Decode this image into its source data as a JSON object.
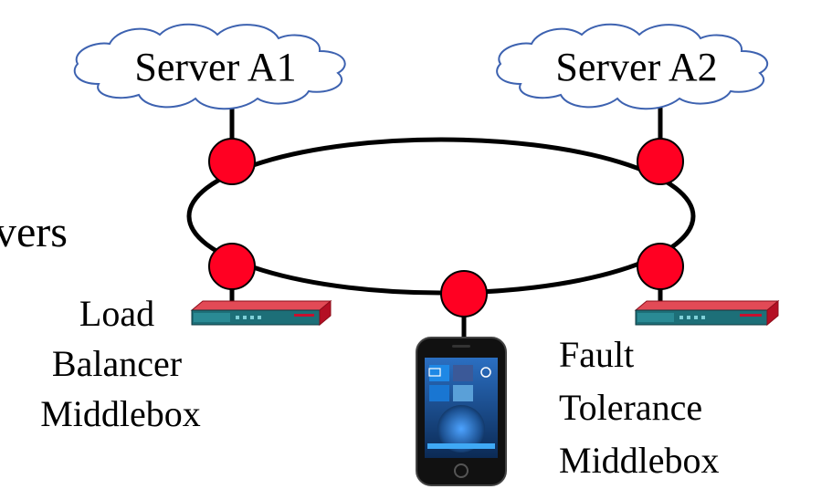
{
  "servers": [
    {
      "label": "Server A1"
    },
    {
      "label": "Server A2"
    }
  ],
  "partial_text": "vers",
  "middleboxes": {
    "load_balancer": {
      "lines": [
        "Load",
        "Balancer",
        "Middlebox"
      ]
    },
    "fault_tolerance": {
      "lines": [
        "Fault",
        "Tolerance",
        "Middlebox"
      ]
    }
  },
  "colors": {
    "node": "#ff0022",
    "device_red": "#c8102e",
    "device_teal": "#1d6f78",
    "ring": "#000000"
  },
  "icons": [
    "cloud-icon",
    "switch-node-icon",
    "network-appliance-icon",
    "smartphone-icon"
  ]
}
